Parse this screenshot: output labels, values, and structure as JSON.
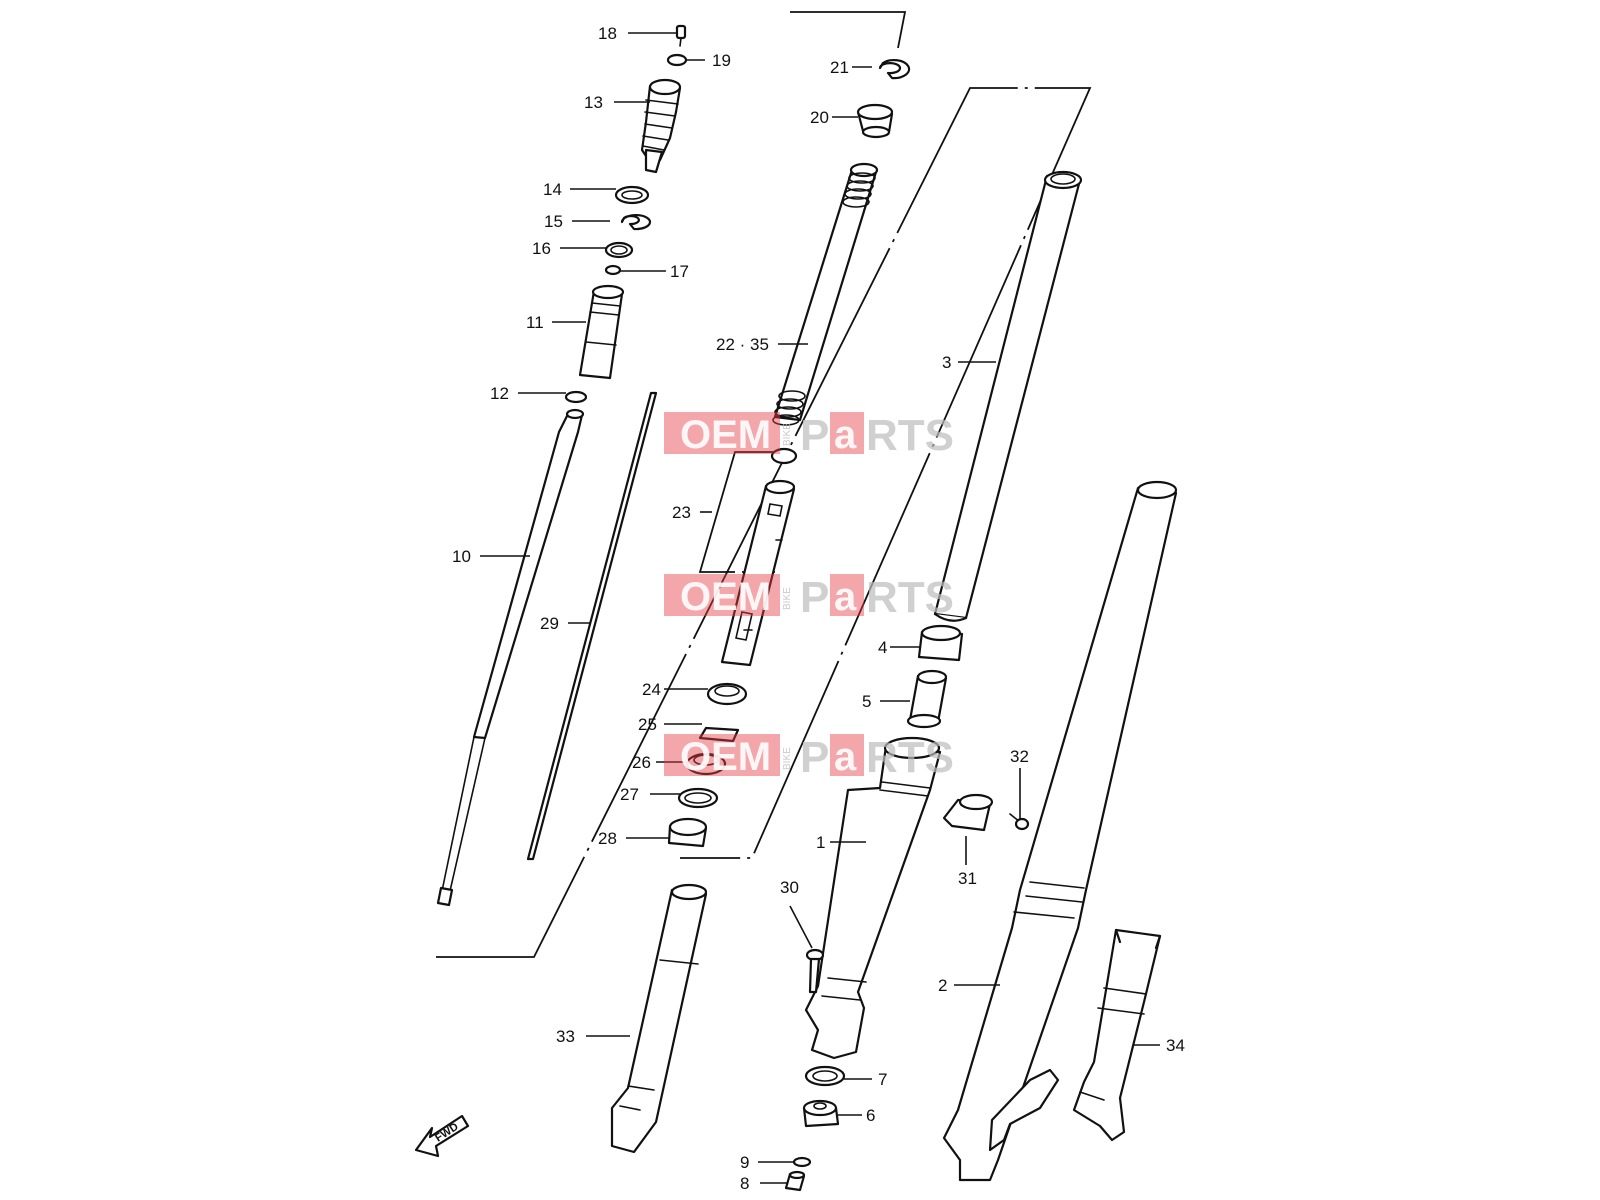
{
  "callouts": [
    "1",
    "2",
    "3",
    "4",
    "5",
    "6",
    "7",
    "8",
    "9",
    "10",
    "11",
    "12",
    "13",
    "14",
    "15",
    "16",
    "17",
    "18",
    "19",
    "20",
    "21",
    "22 · 35",
    "23",
    "24",
    "25",
    "26",
    "27",
    "28",
    "29",
    "30",
    "31",
    "32",
    "33",
    "34"
  ],
  "watermark": {
    "brand_left": "OEM",
    "brand_vertical": "BIKE",
    "brand_right_a": "P",
    "brand_right_b": "a",
    "brand_right_c": "RTS",
    "colors": {
      "red": "#e63b45",
      "grey": "#bdbdbd"
    }
  },
  "fwd_arrow": {
    "label": "FWD",
    "icon": "fwd-arrow-icon"
  }
}
